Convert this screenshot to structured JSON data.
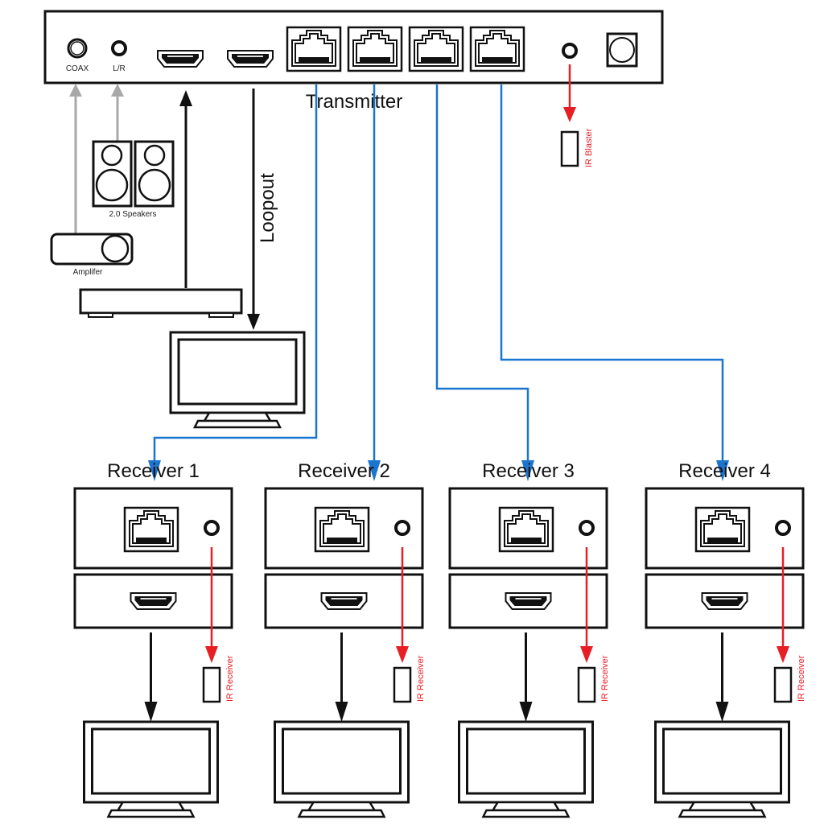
{
  "diagram": {
    "title": "HDBaseT 1x4 Splitter Connection Diagram",
    "colors": {
      "device_stroke": "#111111",
      "cat_cable": "#1a75cf",
      "ir_line": "#e81e25",
      "audio_line": "#a8a8a8",
      "hdmi_line": "#111111"
    },
    "transmitter": {
      "label": "Transmitter",
      "ports": {
        "coax": "COAX",
        "lr": "L/R"
      }
    },
    "audio": {
      "speakers_label": "2.0 Speakers",
      "amplifier_label": "Amplifer"
    },
    "loopout_label": "Loopout",
    "ir_blaster_label": "IR Blaster",
    "receivers": [
      {
        "label": "Receiver 1",
        "ir_label": "IR Receiver"
      },
      {
        "label": "Receiver 2",
        "ir_label": "IR Receiver"
      },
      {
        "label": "Receiver 3",
        "ir_label": "IR Receiver"
      },
      {
        "label": "Receiver 4",
        "ir_label": "IR Receiver"
      }
    ]
  }
}
